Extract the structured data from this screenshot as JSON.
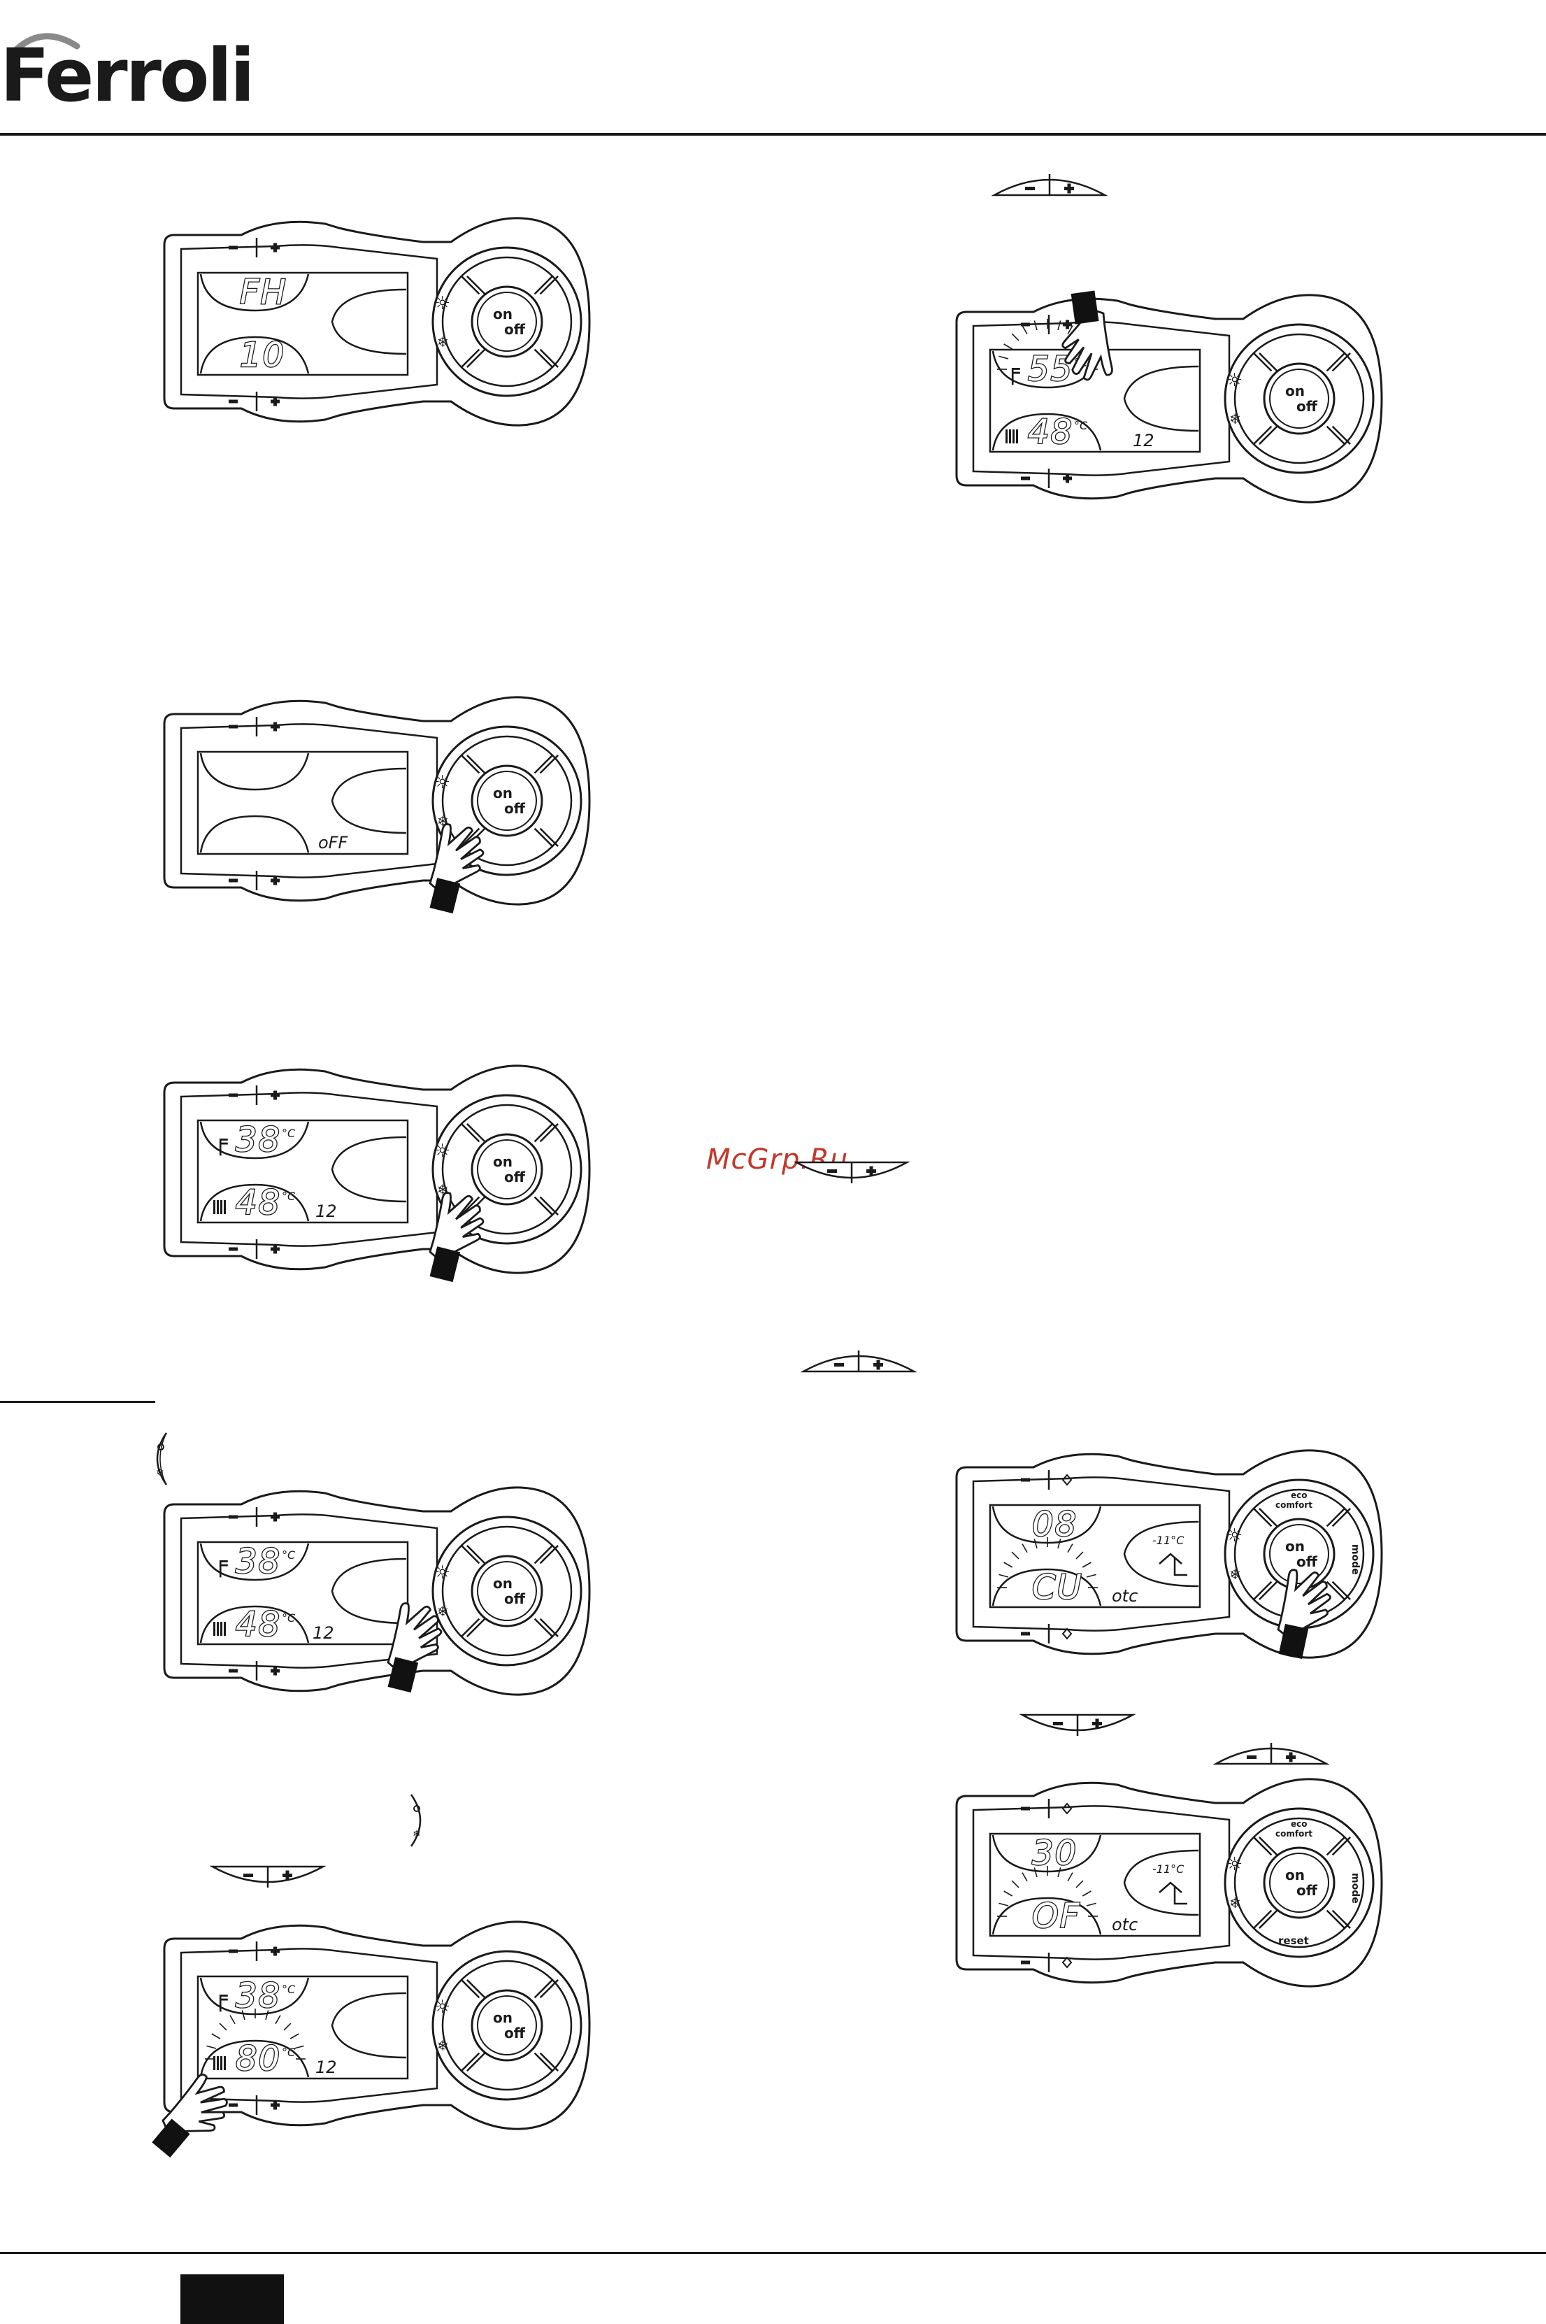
{
  "brand": {
    "name": "Ferroli"
  },
  "watermark": {
    "text": "McGrp.Ru"
  },
  "keys": {
    "minus": "−",
    "plus": "+",
    "on": "on",
    "off": "off",
    "eco": "eco",
    "comfort": "comfort",
    "mode": "mode",
    "reset": "reset"
  },
  "panels": {
    "p1": {
      "upper": "FH",
      "lower": "10",
      "aux": ""
    },
    "p2": {
      "upper": "",
      "lower": "",
      "aux": "oFF"
    },
    "p3": {
      "upper": "38",
      "upper_unit": "°C",
      "lower": "48",
      "lower_unit": "°C",
      "aux": "12"
    },
    "p4": {
      "upper": "38",
      "upper_unit": "°C",
      "lower": "48",
      "lower_unit": "°C",
      "aux": "12"
    },
    "p5": {
      "upper": "38",
      "upper_unit": "°C",
      "lower": "80",
      "lower_unit": "°C",
      "aux": "12"
    },
    "p6": {
      "upper": "55",
      "upper_unit": "°C",
      "lower": "48",
      "lower_unit": "°C",
      "aux": "12"
    },
    "p7": {
      "upper": "08",
      "lower": "CU",
      "aux": "otc",
      "outdoor": "-11°C"
    },
    "p8": {
      "upper": "30",
      "lower": "OF",
      "aux": "otc",
      "outdoor": "-11°C"
    }
  }
}
